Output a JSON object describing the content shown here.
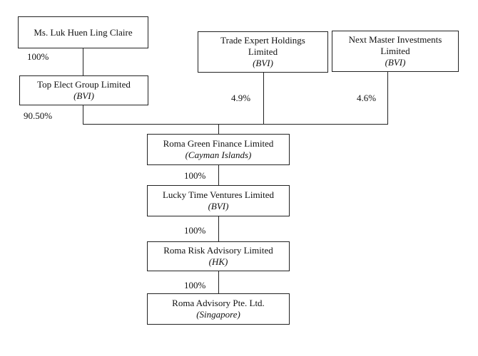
{
  "entities": {
    "luk": {
      "name": "Ms. Luk Huen Ling Claire"
    },
    "top_elect": {
      "name": "Top Elect Group Limited",
      "jurisdiction": "(BVI)"
    },
    "trade_expert": {
      "name_line1": "Trade Expert Holdings",
      "name_line2": "Limited",
      "jurisdiction": "(BVI)"
    },
    "next_master": {
      "name_line1": "Next Master Investments",
      "name_line2": "Limited",
      "jurisdiction": "(BVI)"
    },
    "roma_green": {
      "name": "Roma Green Finance Limited",
      "jurisdiction": "(Cayman Islands)"
    },
    "lucky_time": {
      "name": "Lucky Time Ventures Limited",
      "jurisdiction": "(BVI)"
    },
    "roma_risk": {
      "name": "Roma Risk Advisory Limited",
      "jurisdiction": "(HK)"
    },
    "roma_advisory": {
      "name": "Roma Advisory Pte. Ltd.",
      "jurisdiction": "(Singapore)"
    }
  },
  "ownership": {
    "luk_to_top_elect": "100%",
    "top_elect_to_roma_green": "90.50%",
    "trade_expert_to_roma_green": "4.9%",
    "next_master_to_roma_green": "4.6%",
    "roma_green_to_lucky_time": "100%",
    "lucky_time_to_roma_risk": "100%",
    "roma_risk_to_roma_advisory": "100%"
  }
}
